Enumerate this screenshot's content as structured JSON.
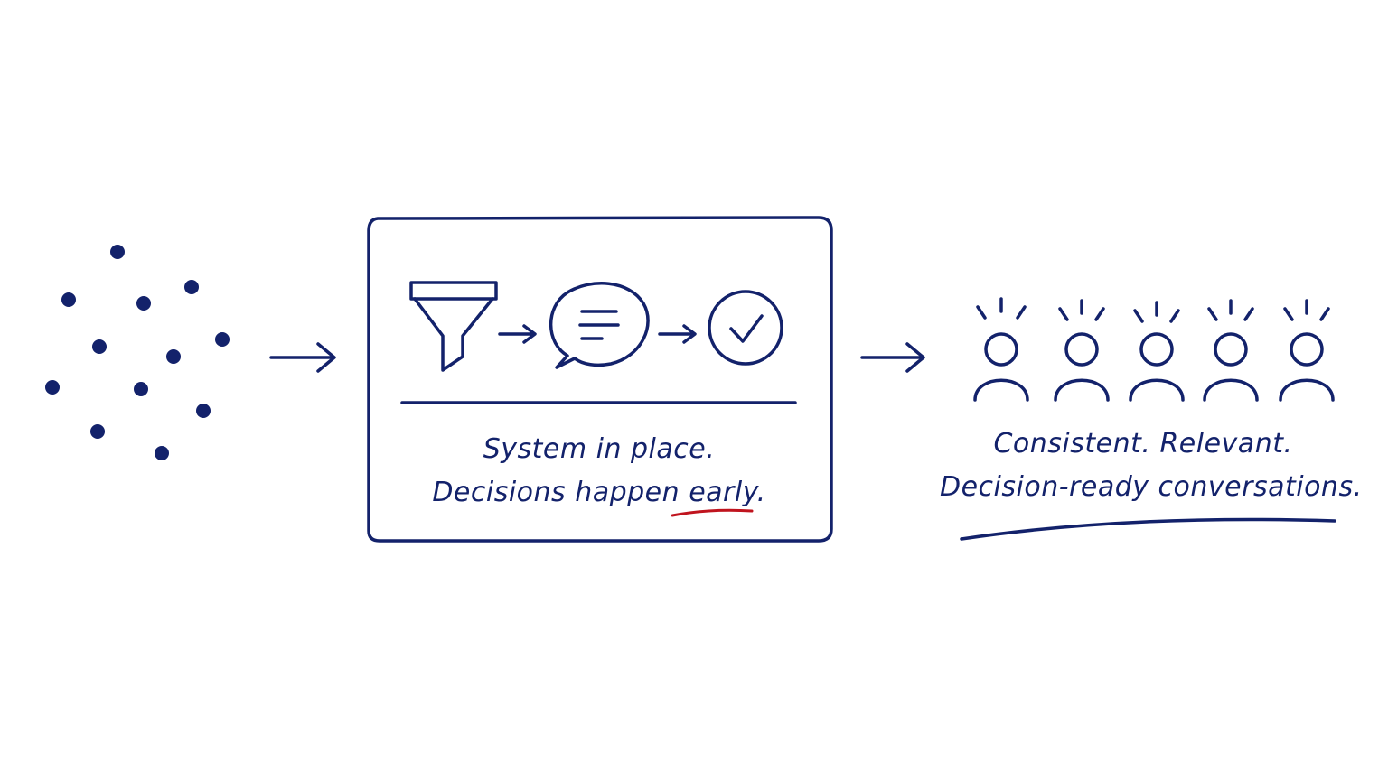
{
  "colors": {
    "ink": "#13226b",
    "accent": "#c0141e",
    "background": "#ffffff"
  },
  "icons": {
    "scattered_dots": "scattered-dots-icon",
    "process_steps": [
      "funnel-icon",
      "speech-bubble-icon",
      "checkmark-circle-icon"
    ],
    "people": [
      "person-icon",
      "person-icon",
      "person-icon",
      "person-icon",
      "person-icon"
    ]
  },
  "system_box": {
    "line1": "System in place.",
    "line2_prefix": "Decisions happen ",
    "line2_emphasis": "early."
  },
  "outcome": {
    "line1": "Consistent. Relevant.",
    "line2": "Decision-ready conversations."
  }
}
